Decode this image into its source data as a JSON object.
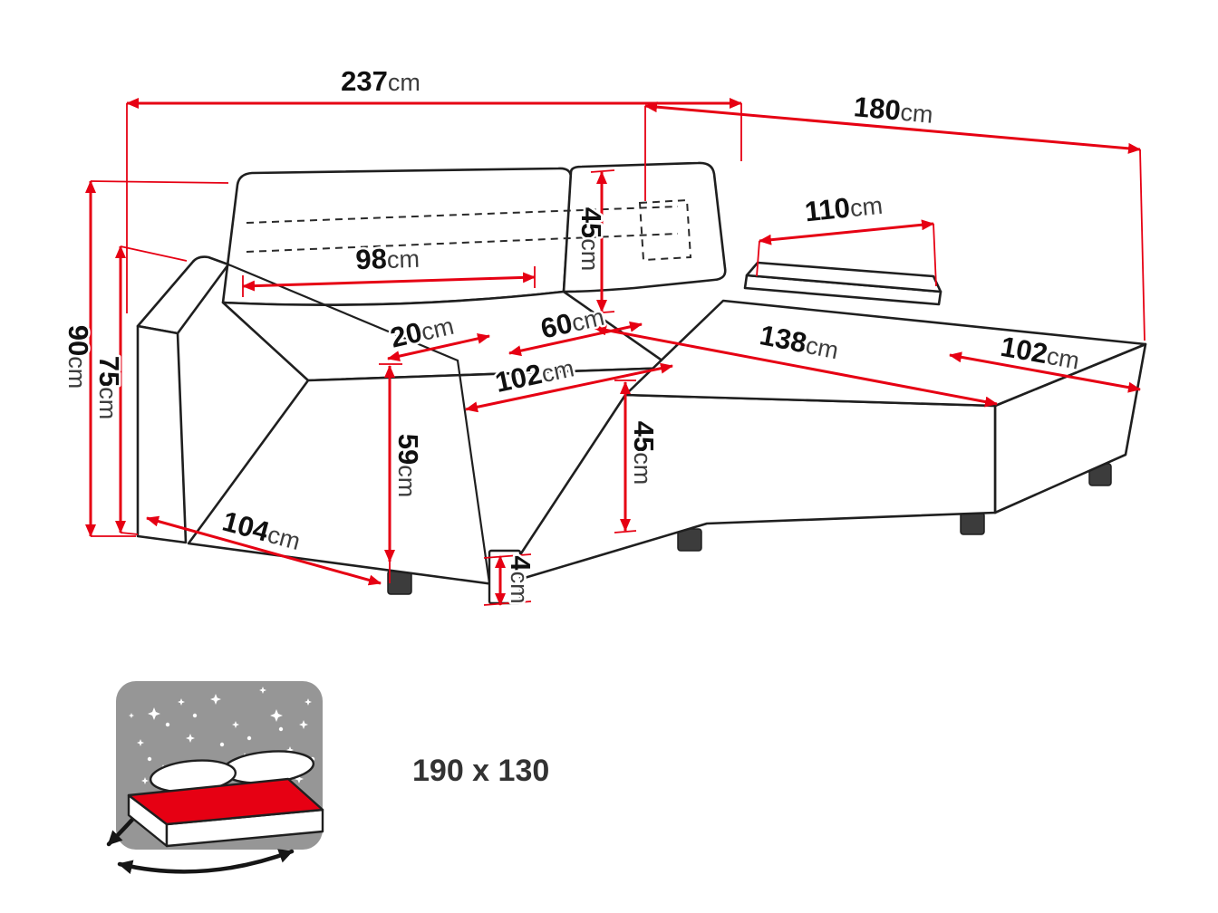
{
  "title": "corner-sofa-dimension-diagram",
  "colors": {
    "dimension": "#e60013",
    "outline": "#1f1f1f",
    "icon_background": "#969696",
    "mattress": "#e60013"
  },
  "dims": {
    "total_width": {
      "value": "237",
      "unit": "cm"
    },
    "total_depth": {
      "value": "180",
      "unit": "cm"
    },
    "armrest_length": {
      "value": "110",
      "unit": "cm"
    },
    "total_height": {
      "value": "90",
      "unit": "cm"
    },
    "armrest_height": {
      "value": "75",
      "unit": "cm"
    },
    "backrest_cushion_width": {
      "value": "98",
      "unit": "cm"
    },
    "backrest_cushion_height": {
      "value": "45",
      "unit": "cm"
    },
    "armrest_width": {
      "value": "20",
      "unit": "cm"
    },
    "seat_depth": {
      "value": "60",
      "unit": "cm"
    },
    "seat_width": {
      "value": "102",
      "unit": "cm"
    },
    "chaise_length": {
      "value": "138",
      "unit": "cm"
    },
    "chaise_width": {
      "value": "102",
      "unit": "cm"
    },
    "seat_height": {
      "value": "59",
      "unit": "cm"
    },
    "front_seat_height": {
      "value": "45",
      "unit": "cm"
    },
    "base_depth": {
      "value": "104",
      "unit": "cm"
    },
    "leg_height": {
      "value": "4",
      "unit": "cm"
    }
  },
  "sleeping_area": {
    "label": "190 x 130"
  }
}
